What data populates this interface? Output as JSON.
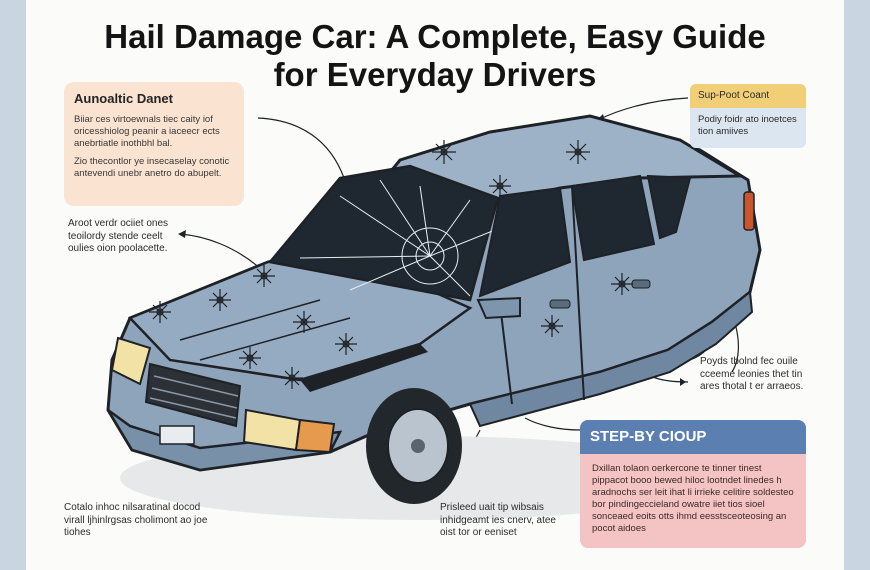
{
  "title": {
    "strong": "Hail Damage Car:",
    "rest": " A Complete, Easy Guide",
    "line2": "for Everyday Drivers"
  },
  "callouts": {
    "top_left": {
      "heading": "Aunoaltic Danet",
      "para1": "Biiar ces virtoewnals tiec caity iof oricesshiolog peanir a iaceecr ects anebrtiatle inothbhl bal.",
      "para2": "Zio thecontlor ye insecaselay conotic antevendi unebr anetro do abupelt."
    },
    "mid_left": "Aroot verdr ociiet ones teoilordy stende ceelt oulies oion poolacette.",
    "top_right": {
      "heading": "Sup-Poot Coant",
      "body": "Podiy foidr ato inoetces tion amiives"
    },
    "mid_right": "Poyds tbolnd fec ouile cceeme leonies thet tin ares thotal t er arraeos.",
    "bottom_right": {
      "heading": "STEP-BY CIOUP",
      "body": "Dxillan tolaon oerkercone te tinner tinest pippacot booo bewed hiloc lootndet linedes h aradnochs ser leit ihat li irrieke celitire soldesteo bor pindingeccieland owatre iiet tios sioel sonceaed eoits otts ihmd eesstsceoteosing an pocot aidoes"
    },
    "bottom_left": "Cotalo inhoc nilsaratinal docod virall ljhinlrgsas cholimont ao joe tiohes",
    "bottom_center": "Prisleed uait tip wibsais inhidgeamt ies cnerv, atee oist tor or eeniset"
  },
  "colors": {
    "car_body": "#8ea4bb",
    "car_shadow": "#6f87a0",
    "outline": "#1e2226",
    "headlight": "#f2e2a6",
    "signal": "#e59a4d",
    "callout_peach": "#fbe3d2",
    "callout_yellow": "#f1cf77",
    "callout_blue": "#dce6f1",
    "step_header": "#5c7fb2",
    "step_body": "#f4c3c3"
  },
  "icons": [
    "hail-dent-icon",
    "cracked-windshield-icon",
    "arrow-icon"
  ]
}
